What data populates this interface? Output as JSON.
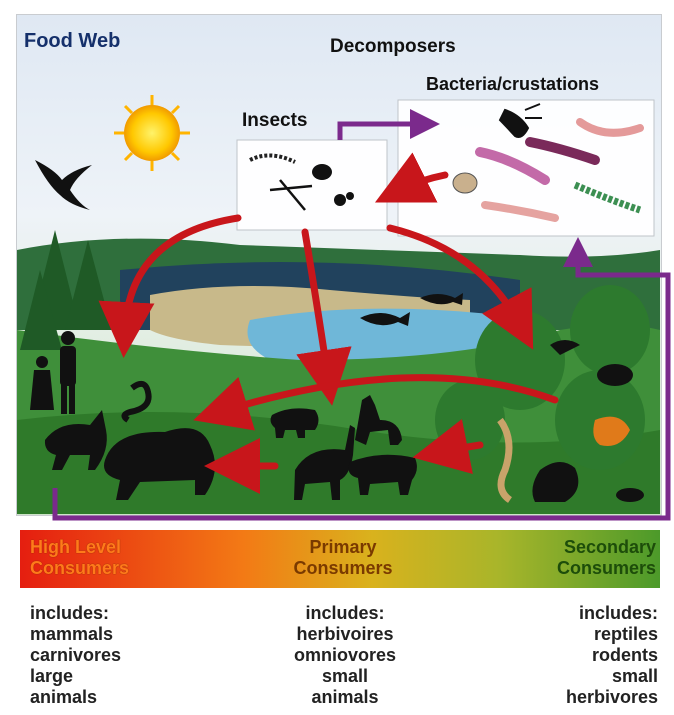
{
  "title": "Food Web",
  "labels": {
    "decomposers": "Decomposers",
    "bacteria": "Bacteria/crustations",
    "insects": "Insects"
  },
  "band": {
    "high": [
      "High Level",
      "Consumers"
    ],
    "primary": [
      "Primary",
      "Consumers"
    ],
    "secondary": [
      "Secondary",
      "Consumers"
    ]
  },
  "includes": {
    "high": [
      "includes:",
      "mammals",
      "carnivores",
      "large",
      "animals"
    ],
    "primary": [
      "includes:",
      "herbivoires",
      "omniovores",
      "small",
      "animals"
    ],
    "secondary": [
      "includes:",
      "reptiles",
      "rodents",
      "small",
      "herbivores"
    ]
  },
  "colors": {
    "arrow_red": "#c8161b",
    "arrow_purple": "#7b2a8c",
    "title_blue": "#15306b"
  },
  "icons": [
    "sun-icon",
    "bird-icon",
    "lion-icon",
    "wolf-icon",
    "snake-icon",
    "human-icon",
    "deer-icon",
    "giraffe-icon",
    "pig-icon",
    "cow-icon",
    "squirrel-icon",
    "scorpion-icon",
    "dragonfly-icon",
    "beetle-icon",
    "ant-icon",
    "lobster-icon",
    "worm-icon",
    "fish-icon"
  ]
}
